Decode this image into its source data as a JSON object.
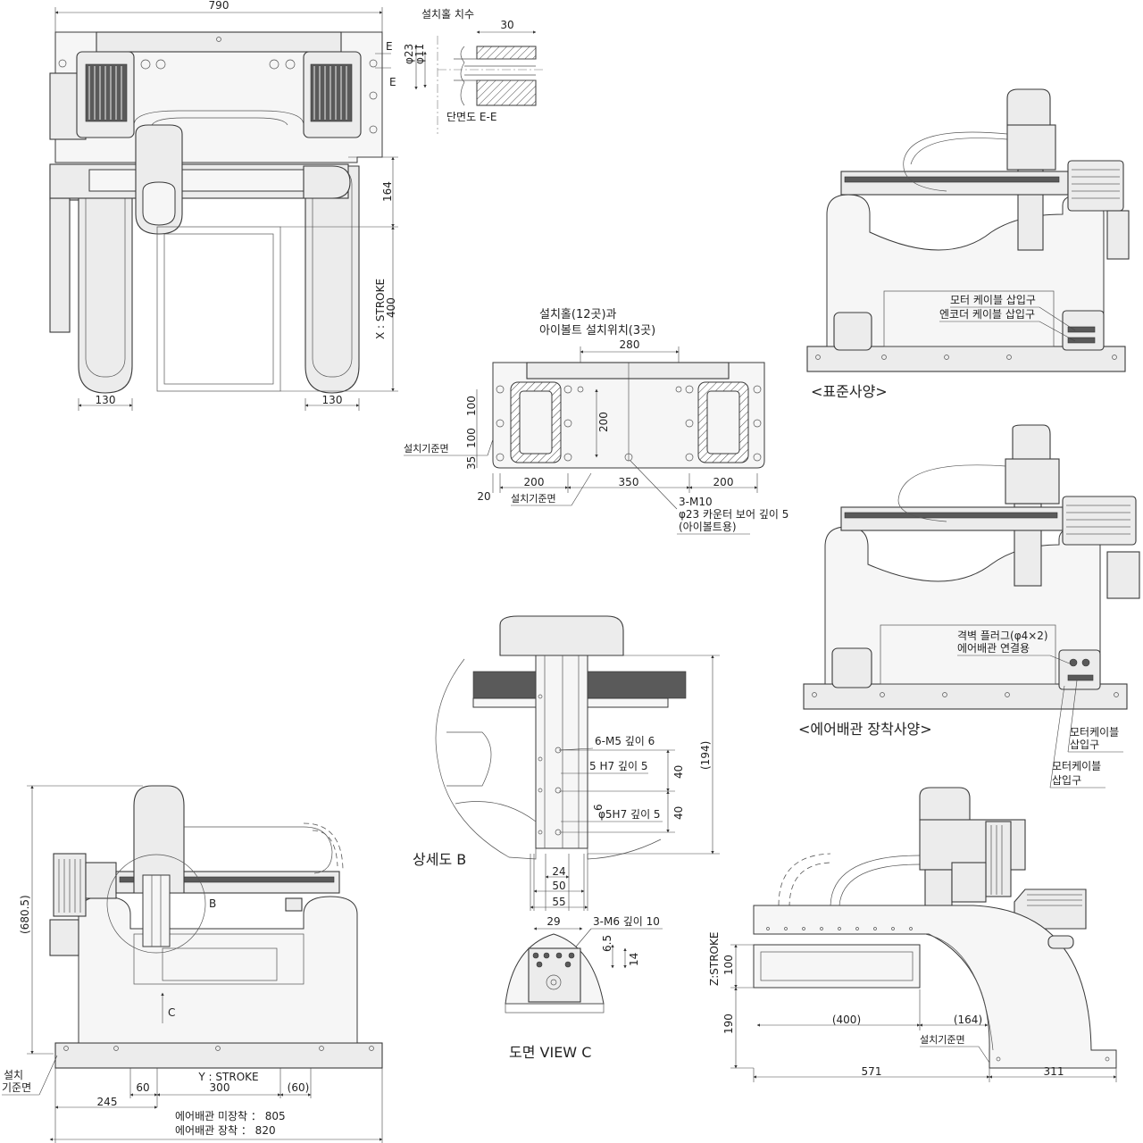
{
  "dims": {
    "top_width": "790",
    "sec_30": "30",
    "phi23": "φ23",
    "phi11": "φ11",
    "dim_164": "164",
    "xstroke_a": "X : STROKE",
    "xstroke_b": "400",
    "w130_left": "130",
    "w130_right": "130",
    "inst_280": "280",
    "inst_100a": "100",
    "inst_100b": "100",
    "inst_35": "35",
    "inst_200v": "200",
    "inst_20": "20",
    "inst_200a": "200",
    "inst_350": "350",
    "inst_200b": "200",
    "m10": "3-M10",
    "h194": "(194)",
    "h40a": "40",
    "h40b": "40",
    "h6": "6",
    "w24": "24",
    "w50": "50",
    "w55": "55",
    "w29": "29",
    "h6_5": "6.5",
    "h14": "14",
    "h680": "(680.5)",
    "w245": "245",
    "w60": "60",
    "ystroke": "Y : STROKE",
    "w300": "300",
    "w60p": "(60)",
    "zstroke": "Z:STROKE",
    "h100": "100",
    "h190": "190",
    "w400p": "(400)",
    "w164p": "(164)",
    "w571": "571",
    "w311": "311"
  },
  "labels": {
    "install_hole_dim": "설치홀 치수",
    "section_ee": "단면도 E-E",
    "e_top": "E",
    "e_bot": "E",
    "install_title1": "설치홀(12곳)과",
    "install_title2": "아이볼트 설치위치(3곳)",
    "ref_face_left": "설치기준면",
    "ref_face_bottom": "설치기준면",
    "counter_bore": "φ23 카운터 보어 깊이 5",
    "eyebolt_use": "(아이볼트용)",
    "motor_cable": "모터 케이블 삽입구",
    "encoder_cable": "엔코더 케이블 삽입구",
    "standard_spec": "<표준사양>",
    "bulkhead_plug": "격벽 플러그(φ4×2)",
    "air_pipe_conn": "에어배관 연결용",
    "air_spec": "<에어배관 장착사양>",
    "motor_cable_inlet1_a": "모터케이블",
    "motor_cable_inlet1_b": "삽입구",
    "motor_cable_inlet2_a": "모터케이블",
    "motor_cable_inlet2_b": "삽입구",
    "m5": "6-M5 깊이 6",
    "h7": "5 H7 깊이 5",
    "phi5h7": "φ5H7 깊이 5",
    "detail_b": "상세도 B",
    "m6": "3-M6 깊이 10",
    "view_c": "도면 VIEW C",
    "b_mark": "B",
    "c_mark": "C",
    "ref_face_front1": "설치",
    "ref_face_front2": "기준면",
    "air_not_installed": "에어배관 미장착 ： 805",
    "air_installed": "에어배관 장착 ： 820",
    "ref_face_side": "설치기준면"
  }
}
